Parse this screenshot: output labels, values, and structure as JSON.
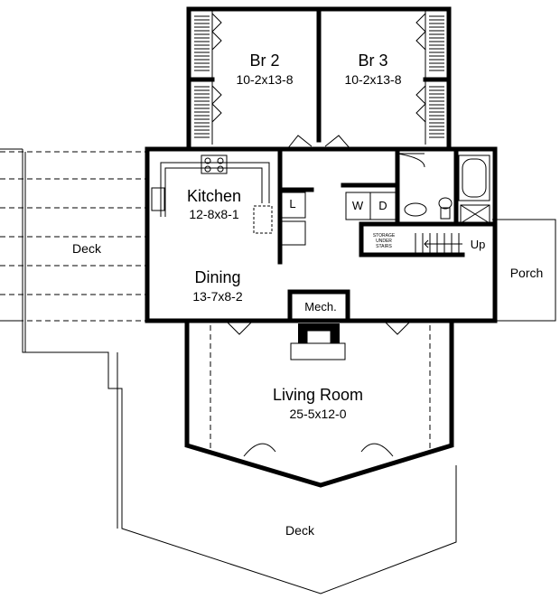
{
  "rooms": {
    "br2": {
      "name": "Br 2",
      "dims": "10-2x13-8"
    },
    "br3": {
      "name": "Br 3",
      "dims": "10-2x13-8"
    },
    "kitchen": {
      "name": "Kitchen",
      "dims": "12-8x8-1"
    },
    "dining": {
      "name": "Dining",
      "dims": "13-7x8-2"
    },
    "living": {
      "name": "Living Room",
      "dims": "25-5x12-0"
    },
    "mech": {
      "name": "Mech."
    },
    "porch": {
      "name": "Porch"
    },
    "deck_left": {
      "name": "Deck"
    },
    "deck_bottom": {
      "name": "Deck"
    }
  },
  "labels": {
    "laundry": "L",
    "washer": "W",
    "dryer": "D",
    "stairs_up": "Up",
    "storage_line1": "STORAGE",
    "storage_line2": "UNDER",
    "storage_line3": "STAIRS"
  }
}
